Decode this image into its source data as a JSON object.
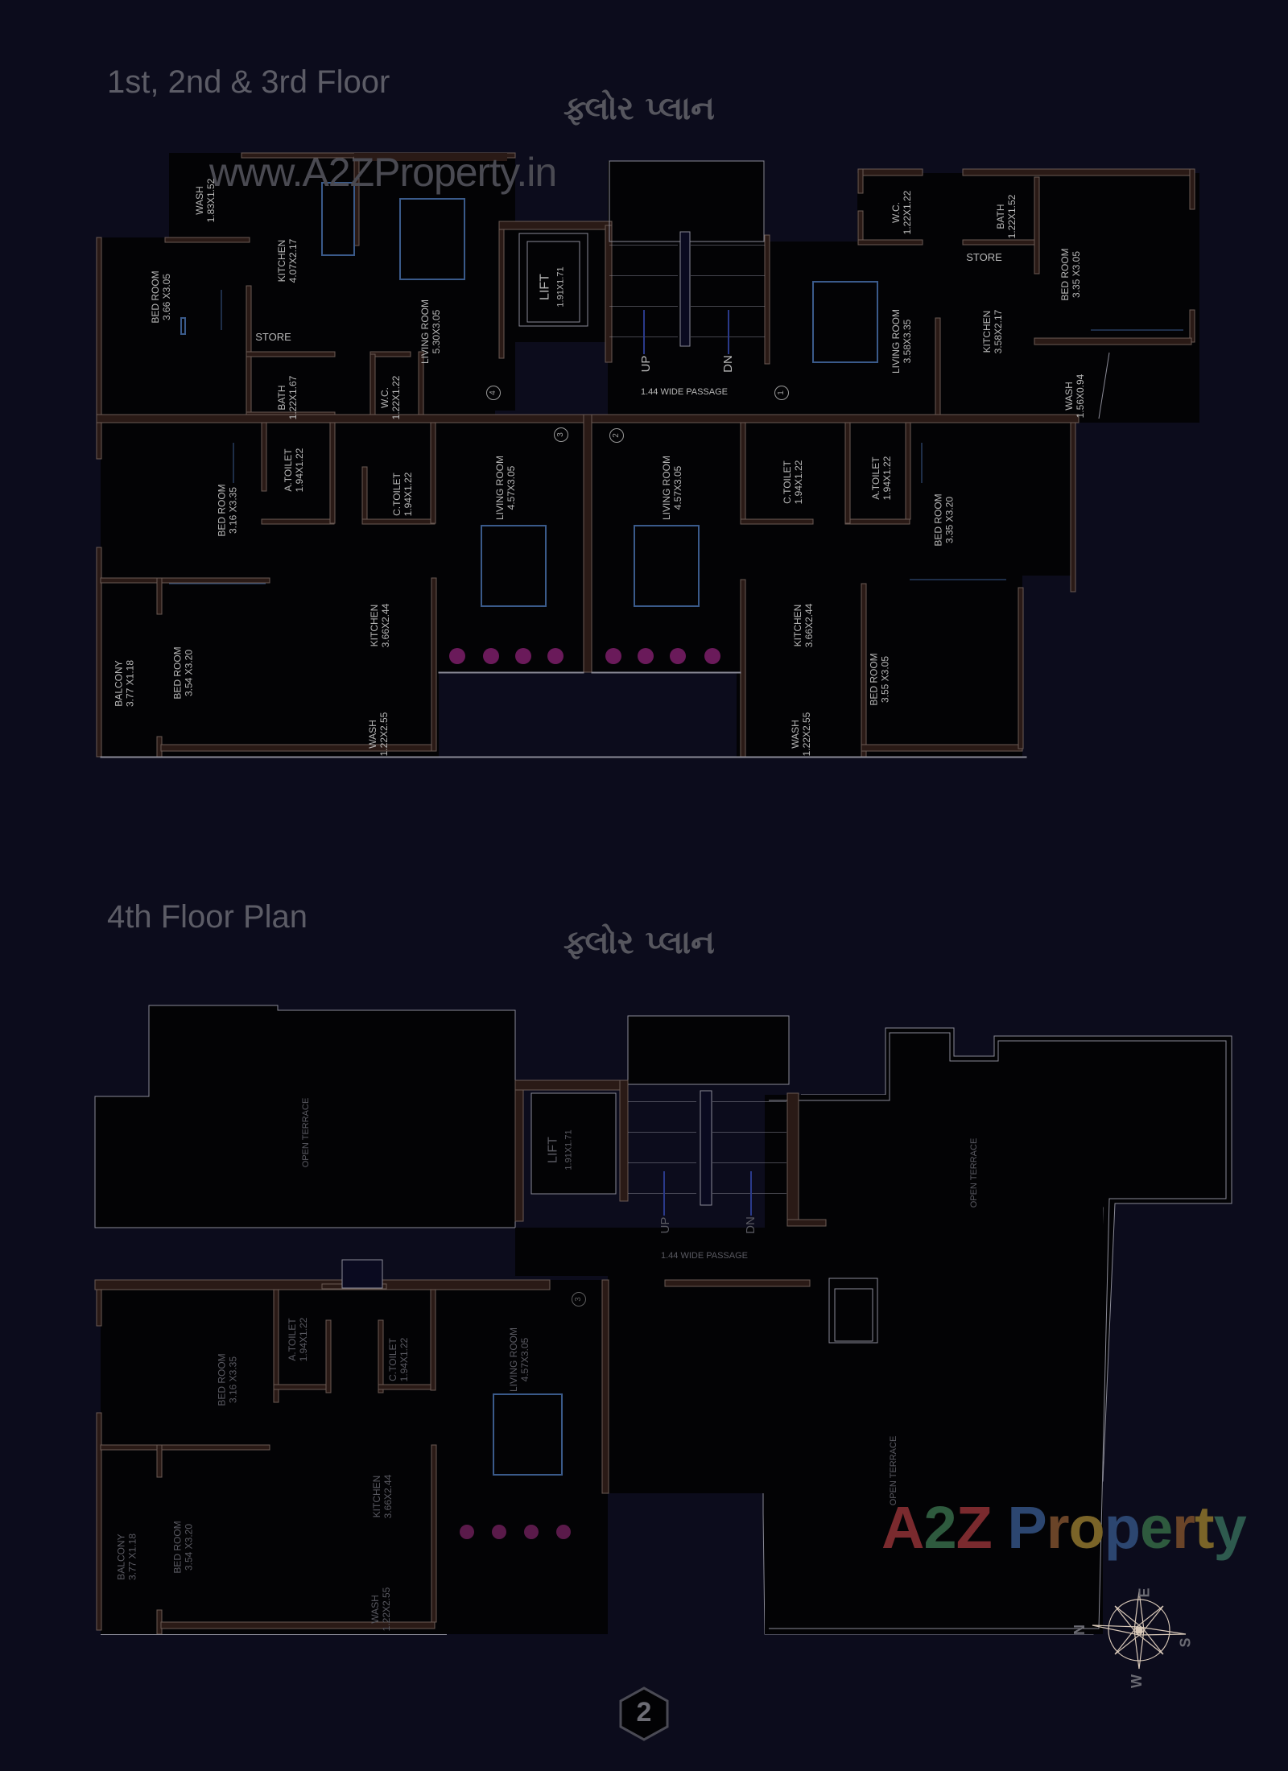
{
  "watermark": "www.A2ZProperty.in",
  "plans": [
    {
      "title": "1st, 2nd & 3rd Floor",
      "title_gujarati": "ફ્લોર પ્લાન",
      "core": {
        "lift": {
          "label": "LIFT",
          "dim": "1.91X1.71"
        },
        "stair_up": "UP",
        "stair_down": "DN",
        "passage": "1.44 WIDE PASSAGE"
      },
      "flat_markers": [
        "1",
        "2",
        "3",
        "4"
      ],
      "flats": [
        {
          "id": "4",
          "rooms": [
            {
              "name": "WASH",
              "dim": "1.83X1.52"
            },
            {
              "name": "KITCHEN",
              "dim": "4.07X2.17"
            },
            {
              "name": "BED ROOM",
              "dim": "3.66 X3.05"
            },
            {
              "name": "STORE",
              "dim": ""
            },
            {
              "name": "LIVING ROOM",
              "dim": "5.30X3.05"
            },
            {
              "name": "BATH",
              "dim": "1.22X1.67"
            },
            {
              "name": "W.C.",
              "dim": "1.22X1.22"
            }
          ]
        },
        {
          "id": "1",
          "rooms": [
            {
              "name": "W.C.",
              "dim": "1.22X1.22"
            },
            {
              "name": "BATH",
              "dim": "1.22X1.52"
            },
            {
              "name": "STORE",
              "dim": ""
            },
            {
              "name": "BED ROOM",
              "dim": "3.35 X3.05"
            },
            {
              "name": "LIVING ROOM",
              "dim": "3.58X3.35"
            },
            {
              "name": "KITCHEN",
              "dim": "3.58X2.17"
            },
            {
              "name": "WASH",
              "dim": "1.56X0.94"
            }
          ]
        },
        {
          "id": "3",
          "rooms": [
            {
              "name": "A.TOILET",
              "dim": "1.94X1.22"
            },
            {
              "name": "C.TOILET",
              "dim": "1.94X1.22"
            },
            {
              "name": "BED ROOM",
              "dim": "3.16 X3.35"
            },
            {
              "name": "LIVING ROOM",
              "dim": "4.57X3.05"
            },
            {
              "name": "BALCONY",
              "dim": "3.77 X1.18"
            },
            {
              "name": "BED ROOM",
              "dim": "3.54 X3.20"
            },
            {
              "name": "KITCHEN",
              "dim": "3.66X2.44"
            },
            {
              "name": "WASH",
              "dim": "1.22X2.55"
            }
          ]
        },
        {
          "id": "2",
          "rooms": [
            {
              "name": "LIVING ROOM",
              "dim": "4.57X3.05"
            },
            {
              "name": "C.TOILET",
              "dim": "1.94X1.22"
            },
            {
              "name": "A.TOILET",
              "dim": "1.94X1.22"
            },
            {
              "name": "BED ROOM",
              "dim": "3.35 X3.20"
            },
            {
              "name": "KITCHEN",
              "dim": "3.66X2.44"
            },
            {
              "name": "WASH",
              "dim": "1.22X2.55"
            },
            {
              "name": "BED ROOM",
              "dim": "3.55 X3.05"
            }
          ]
        }
      ]
    },
    {
      "title": "4th Floor Plan",
      "title_gujarati": "ફ્લોર પ્લાન",
      "core": {
        "lift": {
          "label": "LIFT",
          "dim": "1.91X1.71"
        },
        "stair_up": "UP",
        "stair_down": "DN",
        "passage": "1.44 WIDE PASSAGE"
      },
      "flat_markers": [
        "3"
      ],
      "terraces": [
        "OPEN TERRACE",
        "OPEN TERRACE",
        "OPEN TERRACE"
      ],
      "flats": [
        {
          "id": "3",
          "rooms": [
            {
              "name": "A.TOILET",
              "dim": "1.94X1.22"
            },
            {
              "name": "C.TOILET",
              "dim": "1.94X1.22"
            },
            {
              "name": "BED ROOM",
              "dim": "3.16 X3.35"
            },
            {
              "name": "LIVING ROOM",
              "dim": "4.57X3.05"
            },
            {
              "name": "BALCONY",
              "dim": "3.77 X1.18"
            },
            {
              "name": "BED ROOM",
              "dim": "3.54 X3.20"
            },
            {
              "name": "KITCHEN",
              "dim": "3.66X2.44"
            },
            {
              "name": "WASH",
              "dim": "1.22X2.55"
            }
          ]
        }
      ]
    }
  ],
  "logo": {
    "parts": [
      {
        "text": "A",
        "color": "#7a2a2e"
      },
      {
        "text": "2",
        "color": "#2e5a3e"
      },
      {
        "text": "Z",
        "color": "#7a2a2e"
      },
      {
        "text": " ",
        "color": "#000000"
      },
      {
        "text": "P",
        "color": "#2c4670"
      },
      {
        "text": "r",
        "color": "#6a4428"
      },
      {
        "text": "o",
        "color": "#7a6428"
      },
      {
        "text": "p",
        "color": "#2c4670"
      },
      {
        "text": "e",
        "color": "#2e5a3e"
      },
      {
        "text": "r",
        "color": "#6a4428"
      },
      {
        "text": "t",
        "color": "#7a6428"
      },
      {
        "text": "y",
        "color": "#2e5a4e"
      }
    ]
  },
  "compass": {
    "N": "N",
    "E": "E",
    "S": "S",
    "W": "W"
  },
  "page_number": "2",
  "colors": {
    "background": "#0c0c1c",
    "plan_fill": "#030305",
    "wall": "#2a1a16",
    "wall_edge": "#6a5a54",
    "outline": "#8a8a96",
    "furniture": "#3a5a8a",
    "plants": "#8a2a6a"
  }
}
